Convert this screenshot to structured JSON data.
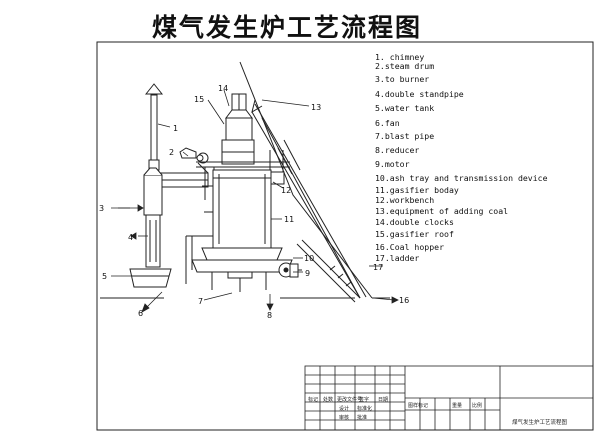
{
  "title": "煤气发生炉工艺流程图",
  "legend": [
    {
      "num": "1",
      "text": "1. chimney"
    },
    {
      "num": "2",
      "text": "2.steam drum"
    },
    {
      "num": "3",
      "text": "3.to burner"
    },
    {
      "num": "4",
      "text": "4.double standpipe"
    },
    {
      "num": "5",
      "text": "5.water tank"
    },
    {
      "num": "6",
      "text": "6.fan"
    },
    {
      "num": "7",
      "text": "7.blast pipe"
    },
    {
      "num": "8",
      "text": "8.reducer"
    },
    {
      "num": "9",
      "text": "9.motor"
    },
    {
      "num": "10",
      "text": "10.ash tray and transmission device"
    },
    {
      "num": "11",
      "text": "11.gasifier boday"
    },
    {
      "num": "12",
      "text": "12.workbench"
    },
    {
      "num": "13",
      "text": "13.equipment of adding coal"
    },
    {
      "num": "14",
      "text": "14.double clocks"
    },
    {
      "num": "15",
      "text": "15.gasifier roof"
    },
    {
      "num": "16",
      "text": "16.Coal hopper"
    },
    {
      "num": "17",
      "text": "17.ladder"
    }
  ],
  "callouts": [
    "1",
    "2",
    "3",
    "4",
    "5",
    "6",
    "7",
    "8",
    "9",
    "10",
    "11",
    "12",
    "13",
    "14",
    "15",
    "16",
    "17"
  ],
  "title_block": {
    "drawing_name": "煤气发生炉工艺流程图",
    "cells": [
      "标记",
      "处数",
      "更改文件号",
      "签字",
      "日期",
      "设计",
      "标准化",
      "审核",
      "批准",
      "图样标记",
      "重量",
      "比例"
    ]
  }
}
